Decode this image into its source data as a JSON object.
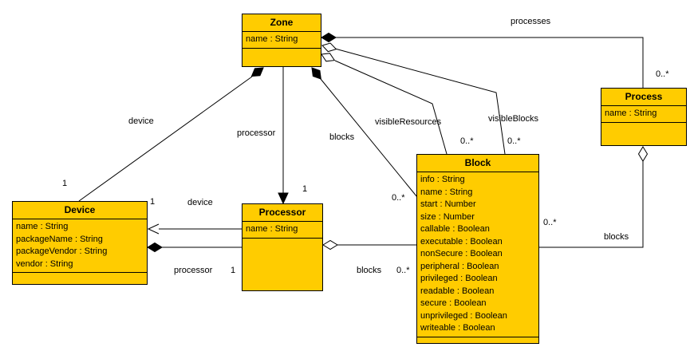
{
  "diagram_type": "uml-class-diagram",
  "colors": {
    "class_fill": "#FFCC00",
    "class_border": "#000000",
    "background": "#FFFFFF",
    "line": "#000000"
  },
  "classes": [
    {
      "name": "Zone",
      "attributes": [
        "name : String"
      ]
    },
    {
      "name": "Process",
      "attributes": [
        "name : String"
      ]
    },
    {
      "name": "Block",
      "attributes": [
        "info : String",
        "name : String",
        "start : Number",
        "size : Number",
        "callable : Boolean",
        "executable : Boolean",
        "nonSecure : Boolean",
        "peripheral : Boolean",
        "privileged : Boolean",
        "readable : Boolean",
        "secure : Boolean",
        "unprivileged : Boolean",
        "writeable : Boolean"
      ]
    },
    {
      "name": "Device",
      "attributes": [
        "name : String",
        "packageName : String",
        "packageVendor : String",
        "vendor : String"
      ]
    },
    {
      "name": "Processor",
      "attributes": [
        "name : String"
      ]
    }
  ],
  "associations": [
    {
      "name": "processes",
      "source": "Zone",
      "target": "Process",
      "source_decoration": "filled-diamond",
      "target_multiplicity": "0..*"
    },
    {
      "name": "visibleBlocks",
      "source": "Zone",
      "target": "Block",
      "source_decoration": "open-diamond",
      "target_multiplicity": "0..*"
    },
    {
      "name": "visibleResources",
      "source": "Zone",
      "target": "Block",
      "source_decoration": "open-diamond",
      "target_multiplicity": "0..*"
    },
    {
      "name": "blocks",
      "source": "Zone",
      "target": "Block",
      "source_decoration": "filled-diamond",
      "target_multiplicity": "0..*"
    },
    {
      "name": "device",
      "source": "Zone",
      "target": "Device",
      "source_decoration": "filled-diamond",
      "target_multiplicity": "1"
    },
    {
      "name": "processor",
      "source": "Zone",
      "target": "Processor",
      "target_decoration": "filled-arrow",
      "target_multiplicity": "1"
    },
    {
      "name": "device",
      "source": "Processor",
      "target": "Device",
      "target_decoration": "open-arrow",
      "target_multiplicity": "1"
    },
    {
      "name": "processor",
      "source": "Device",
      "target": "Processor",
      "source_decoration": "filled-diamond",
      "target_multiplicity": "1"
    },
    {
      "name": "blocks",
      "source": "Processor",
      "target": "Block",
      "source_decoration": "open-diamond",
      "target_multiplicity": "0..*"
    },
    {
      "name": "blocks",
      "source": "Process",
      "target": "Block",
      "source_decoration": "open-diamond",
      "target_multiplicity": "0..*"
    }
  ]
}
